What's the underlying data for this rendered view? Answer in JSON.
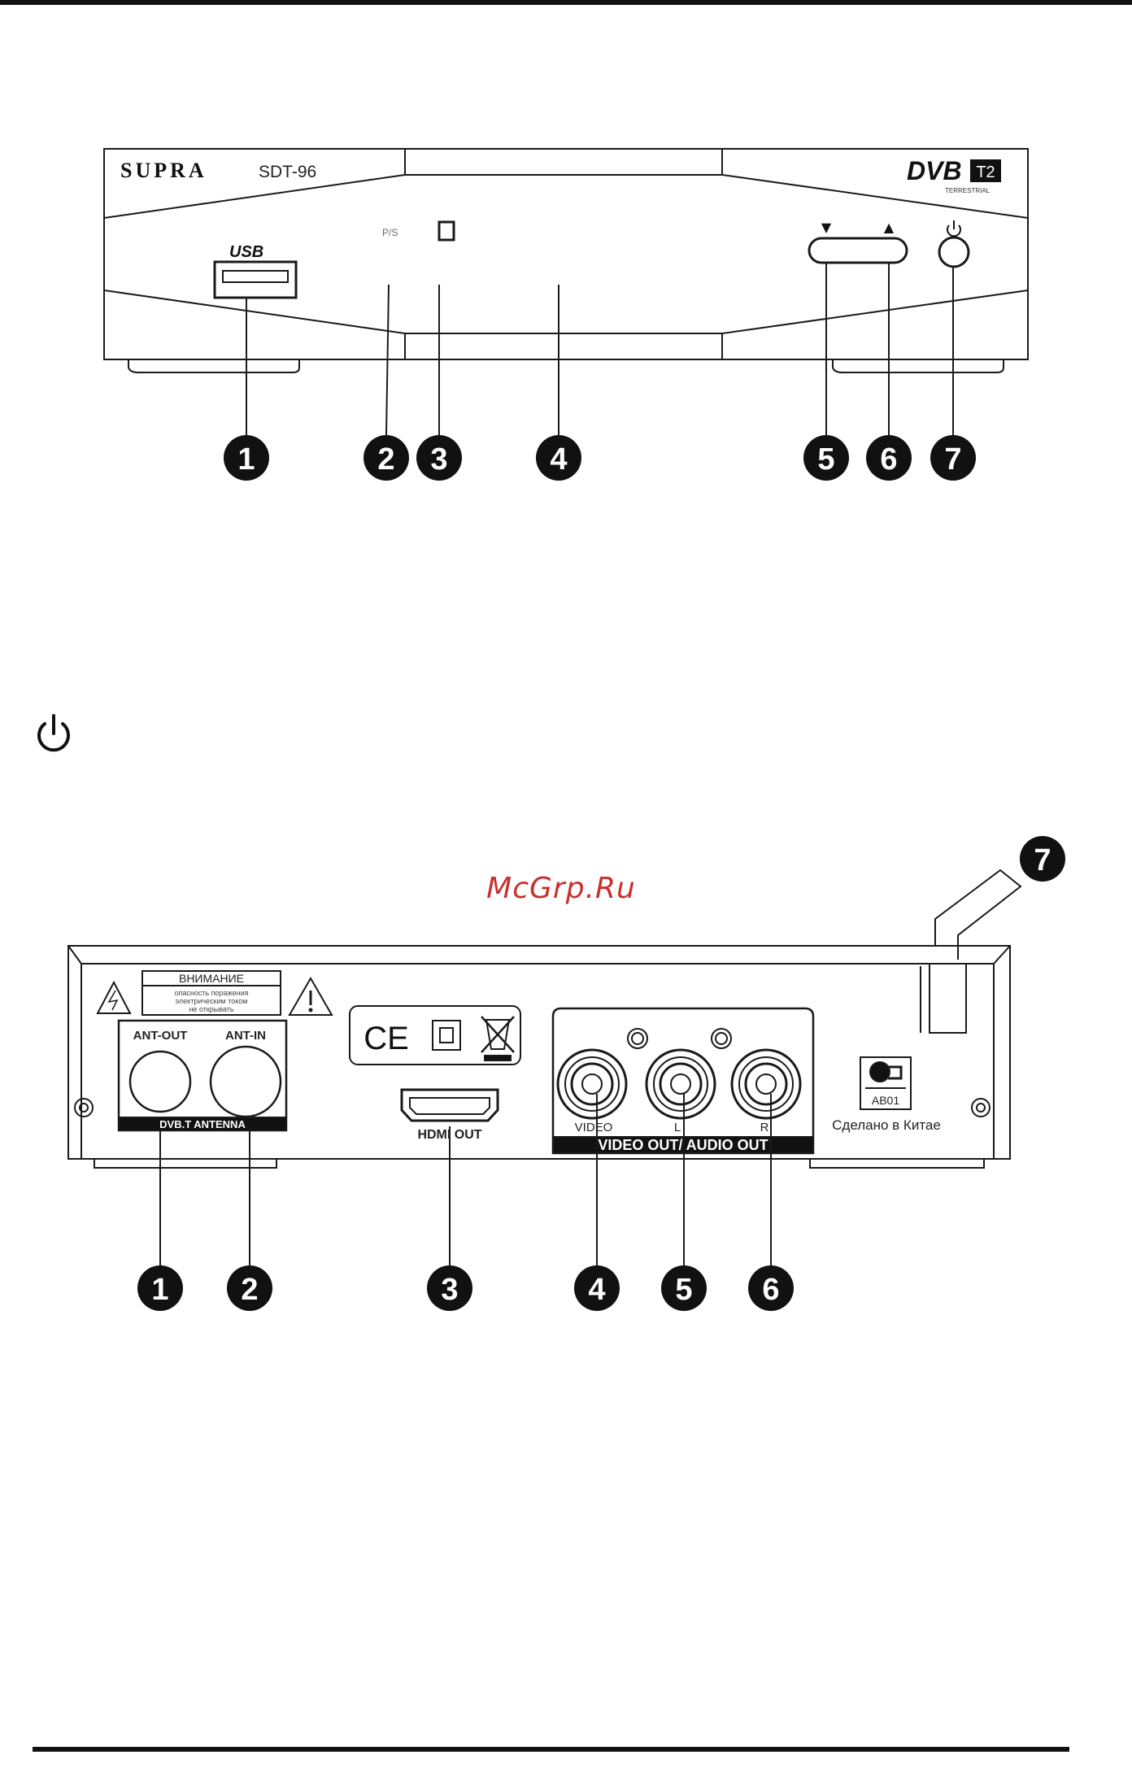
{
  "colors": {
    "ink": "#111111",
    "line": "#1a1a1a",
    "watermark": "#c8312f",
    "paper": "#ffffff"
  },
  "front_panel": {
    "brand": "SUPRA",
    "model": "SDT-96",
    "usb_label": "USB",
    "ps_label": "P/S",
    "dvb_logo": "DVB",
    "dvb_t2": "T2",
    "dvb_sub": "TERRESTRIAL",
    "callouts": [
      "1",
      "2",
      "3",
      "4",
      "5",
      "6",
      "7"
    ]
  },
  "standby_icon": "power-icon",
  "watermark": "McGrp.Ru",
  "rear_panel": {
    "warning_title": "ВНИМАНИЕ",
    "warning_line1": "опасность поражения",
    "warning_line2": "электрическим током",
    "warning_line3": "не открывать",
    "ant_out": "ANT-OUT",
    "ant_in": "ANT-IN",
    "antenna_group": "DVB.T ANTENNA",
    "ce_mark": "CE",
    "hdmi_label": "HDMI OUT",
    "video_label": "VIDEO",
    "audio_l": "L",
    "audio_r": "R",
    "av_group": "VIDEO OUT/ AUDIO OUT",
    "cert_code": "AB01",
    "made_in": "Сделано в Китае",
    "callouts": [
      "1",
      "2",
      "3",
      "4",
      "5",
      "6",
      "7"
    ]
  }
}
